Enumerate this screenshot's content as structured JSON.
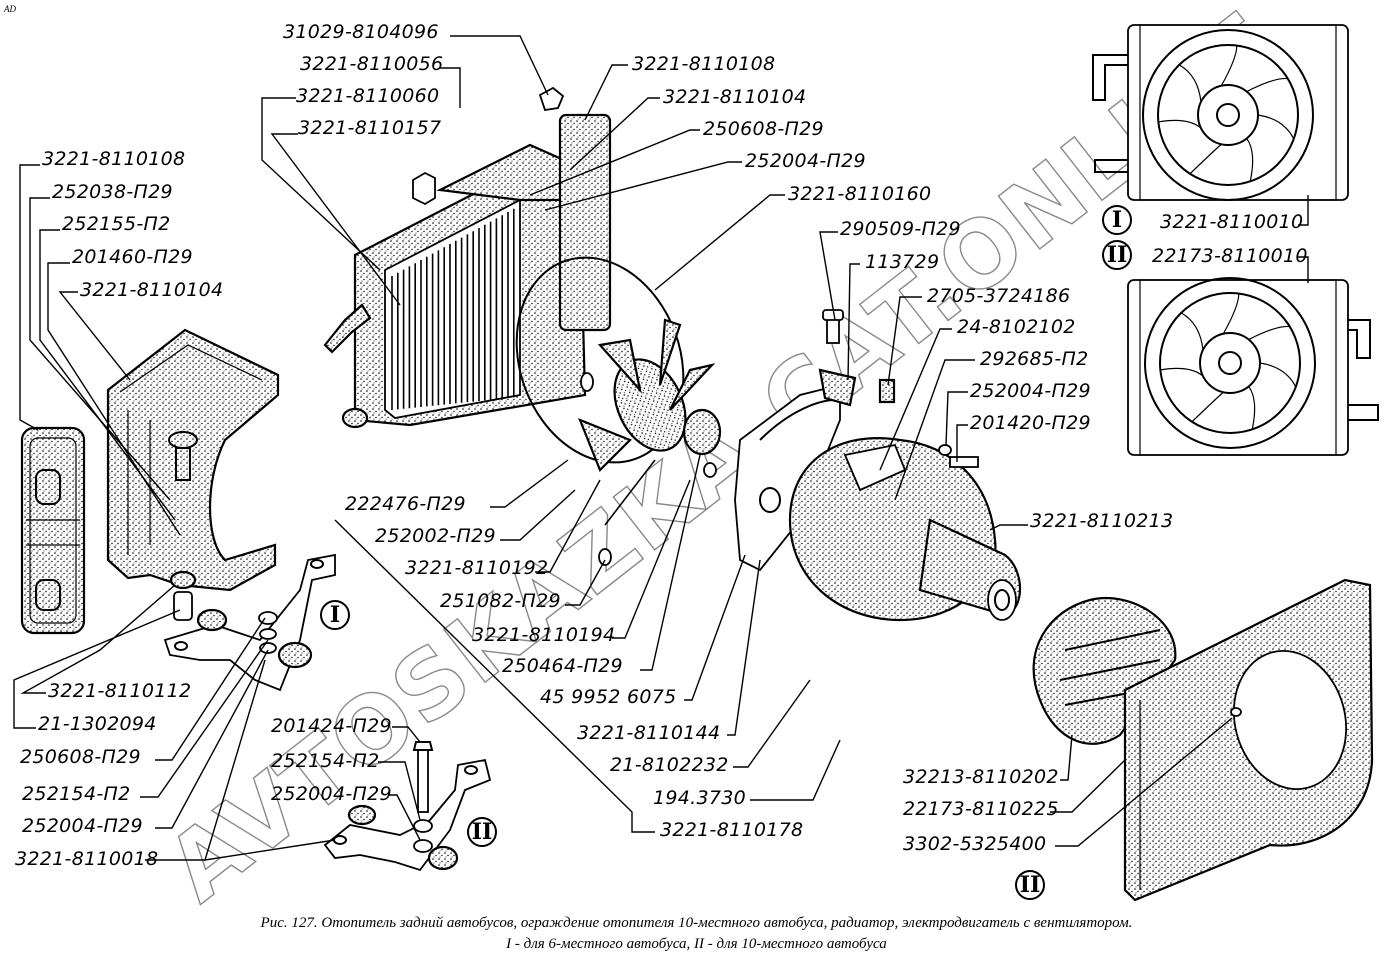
{
  "corner_mark": "АD",
  "watermark": "AVTOSKAZKA.CAT.ONLINE",
  "caption": {
    "line1": "Рис. 127. Отопитель задний автобусов, ограждение отопителя 10-местного автобуса, радиатор, электродвигатель с вентилятором.",
    "line2": "I - для 6-местного автобуса, II - для 10-местного автобуса"
  },
  "variants": [
    {
      "id": "I",
      "meaning": "для 6-местного автобуса"
    },
    {
      "id": "II",
      "meaning": "для 10-местного автобуса"
    }
  ],
  "labels": {
    "radiator_group": [
      "31029-8104096",
      "3221-8110056",
      "3221-8110060",
      "3221-8110157",
      "3221-8110108",
      "3221-8110104",
      "250608-П29",
      "252004-П29",
      "3221-8110160"
    ],
    "left_group": [
      "3221-8110108",
      "252038-П29",
      "252155-П2",
      "201460-П29",
      "3221-8110104"
    ],
    "motor_top_group": [
      "290509-П29",
      "113729",
      "2705-3724186",
      "24-8102102",
      "292685-П2",
      "252004-П29",
      "201420-П29",
      "3221-8110213"
    ],
    "center_group": [
      "222476-П29",
      "252002-П29",
      "3221-8110192",
      "251082-П29",
      "3221-8110194",
      "250464-П29",
      "45 9952 6075",
      "3221-8110144",
      "21-8102232",
      "194.3730",
      "3221-8110178"
    ],
    "bracket_group": [
      "3221-8110112",
      "21-1302094",
      "250608-П29",
      "252154-П2",
      "252004-П29",
      "3221-8110018"
    ],
    "bracket2_group": [
      "201424-П29",
      "252154-П2",
      "252004-П29"
    ],
    "heater_variants": [
      {
        "variant": "I",
        "part": "3221-8110010"
      },
      {
        "variant": "II",
        "part": "22173-8110010"
      }
    ],
    "shield_group": [
      "32213-8110202",
      "22173-8110225",
      "3302-5325400"
    ]
  }
}
